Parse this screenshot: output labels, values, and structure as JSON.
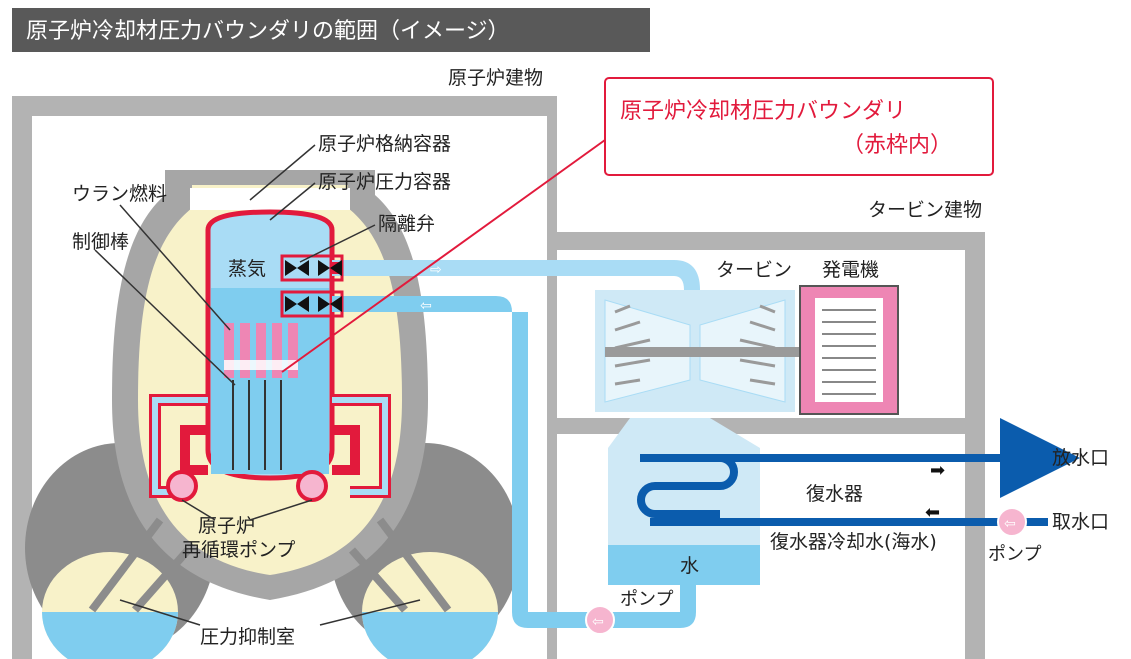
{
  "title": "原子炉冷却材圧力バウンダリの範囲（イメージ）",
  "labels": {
    "reactor_building": "原子炉建物",
    "turbine_building": "タービン建物",
    "containment_vessel": "原子炉格納容器",
    "pressure_vessel": "原子炉圧力容器",
    "isolation_valve": "隔離弁",
    "uranium_fuel": "ウラン燃料",
    "control_rod": "制御棒",
    "steam": "蒸気",
    "turbine": "タービン",
    "generator": "発電機",
    "recirc_pump_line1": "原子炉",
    "recirc_pump_line2": "再循環ポンプ",
    "suppression_chamber": "圧力抑制室",
    "condenser": "復水器",
    "water": "水",
    "pump_main": "ポンプ",
    "pump_sea": "ポンプ",
    "outlet": "放水口",
    "intake": "取水口",
    "condenser_coolant": "復水器冷却水(海水)"
  },
  "callout": {
    "line1": "原子炉冷却材圧力バウンダリ",
    "line2": "（赤枠内）"
  },
  "colors": {
    "title_bg": "#595959",
    "building_gray": "#b3b3b3",
    "containment_gray": "#8c8c8c",
    "boundary_red": "#e21a3c",
    "steam_blue": "#a9dcf5",
    "water_blue": "#6ec6ee",
    "sea_blue": "#0b5cad",
    "cream": "#f8f2c9",
    "pink": "#ee86b4"
  }
}
